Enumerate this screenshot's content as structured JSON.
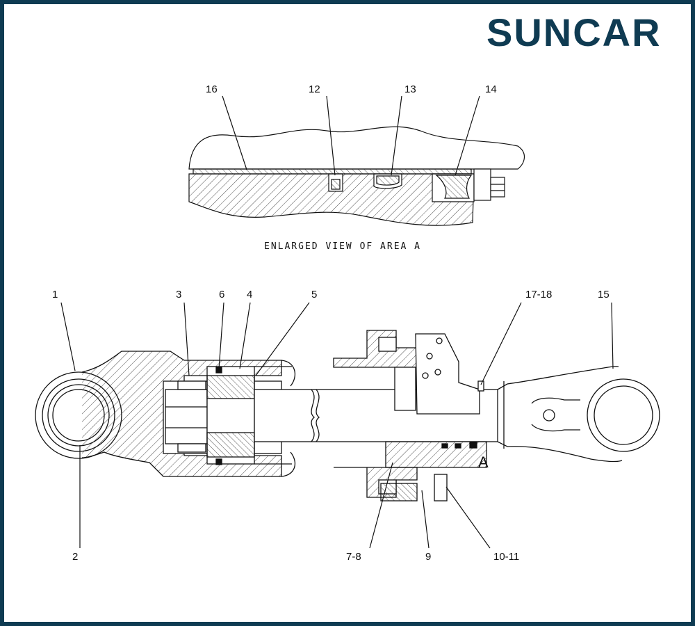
{
  "logo": {
    "text": "SUNCAR",
    "colors": {
      "dark": "#0f3b52",
      "accent": "#1aa0d8"
    }
  },
  "caption": "ENLARGED VIEW OF AREA A",
  "area_marker": "A",
  "detail_labels": [
    "16",
    "12",
    "13",
    "14"
  ],
  "main_labels": [
    "1",
    "2",
    "3",
    "6",
    "4",
    "5",
    "17-18",
    "15",
    "7-8",
    "9",
    "10-11"
  ],
  "colors": {
    "line": "#111111",
    "hatch": "#222222",
    "border": "#0f3b52"
  }
}
